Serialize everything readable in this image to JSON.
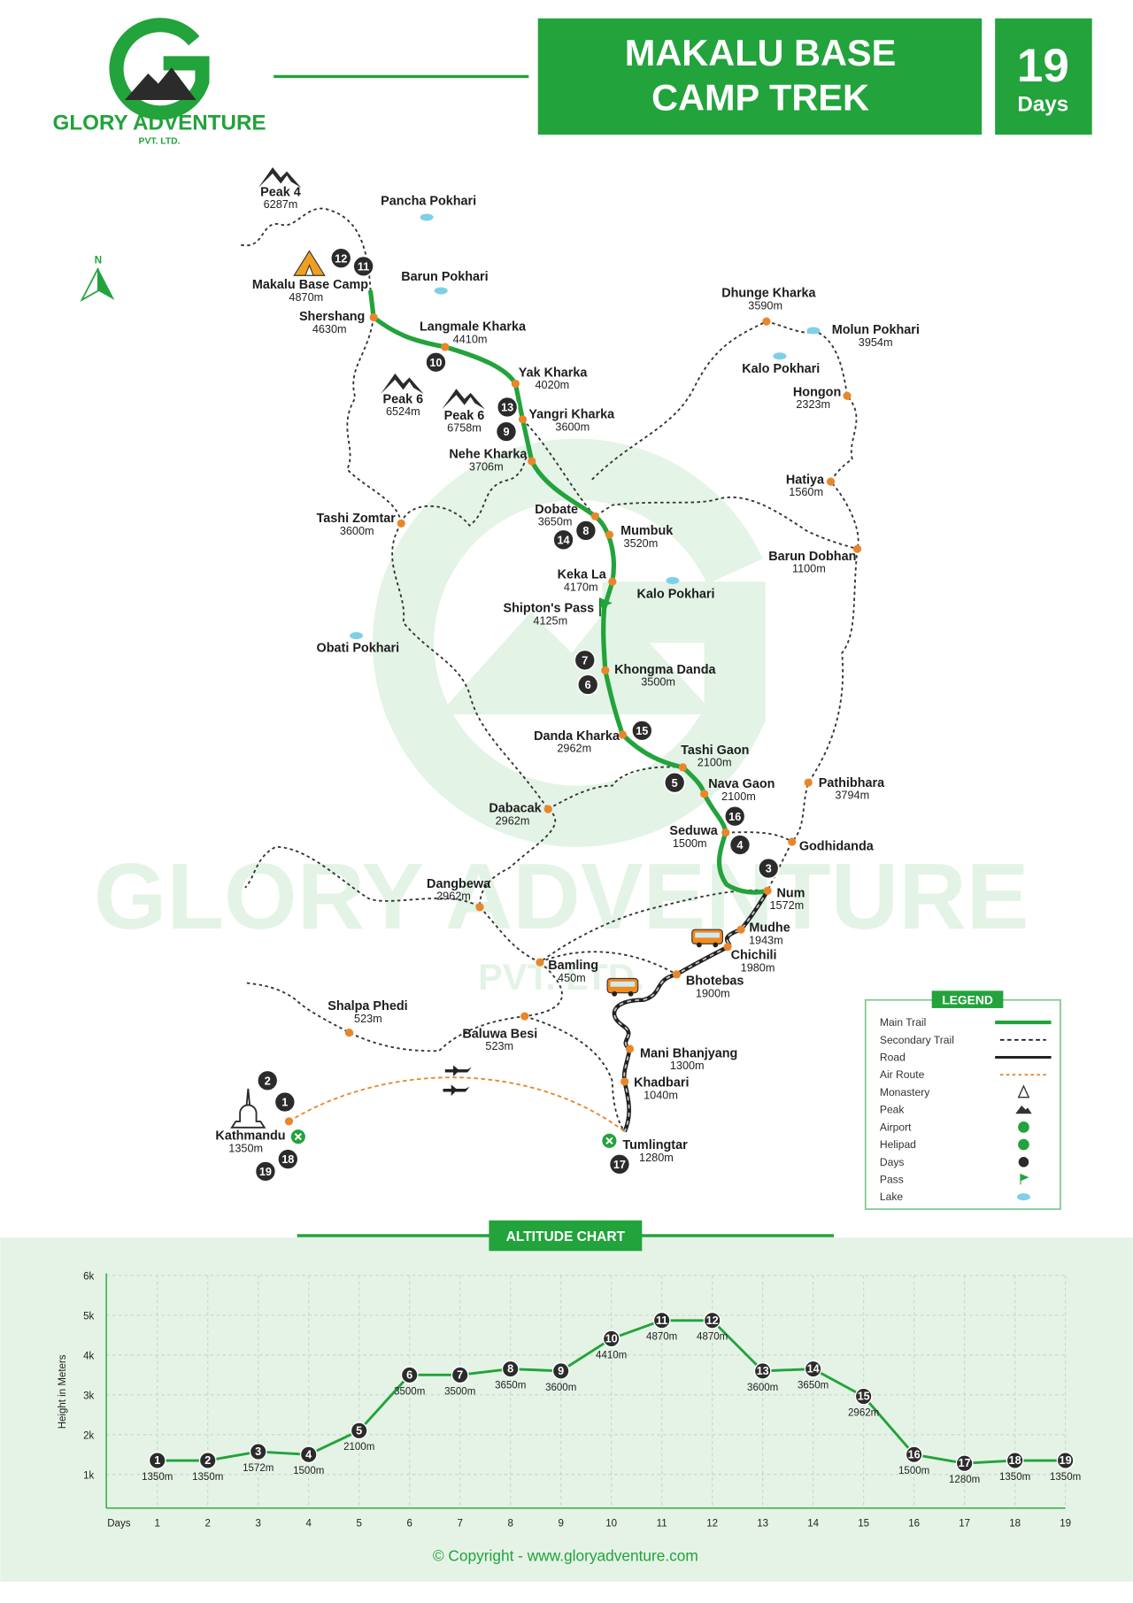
{
  "header": {
    "brand": "GLORY ADVENTURE",
    "brand_sub": "PVT. LTD.",
    "title_line1": "MAKALU BASE",
    "title_line2": "CAMP TREK",
    "days_number": "19",
    "days_label": "Days"
  },
  "colors": {
    "green": "#22a33b",
    "dark": "#2b2b2b",
    "orange": "#e8872a",
    "lake": "#7fd0e6",
    "chart_bg": "#e4f3e6"
  },
  "compass": "N",
  "map": {
    "places": [
      {
        "name": "Peak 4",
        "elev": "6287m"
      },
      {
        "name": "Pancha Pokhari",
        "elev": ""
      },
      {
        "name": "Makalu Base Camp",
        "elev": "4870m"
      },
      {
        "name": "Barun Pokhari",
        "elev": ""
      },
      {
        "name": "Shershang",
        "elev": "4630m"
      },
      {
        "name": "Langmale Kharka",
        "elev": "4410m"
      },
      {
        "name": "Peak 6",
        "elev": "6524m"
      },
      {
        "name": "Peak 6",
        "elev": "6758m"
      },
      {
        "name": "Yak Kharka",
        "elev": "4020m"
      },
      {
        "name": "Yangri Kharka",
        "elev": "3600m"
      },
      {
        "name": "Nehe Kharka",
        "elev": "3706m"
      },
      {
        "name": "Dhunge Kharka",
        "elev": "3590m"
      },
      {
        "name": "Molun Pokhari",
        "elev": "3954m"
      },
      {
        "name": "Kalo Pokhari",
        "elev": ""
      },
      {
        "name": "Hongon",
        "elev": "2323m"
      },
      {
        "name": "Hatiya",
        "elev": "1560m"
      },
      {
        "name": "Barun Dobhan",
        "elev": "1100m"
      },
      {
        "name": "Tashi Zomtar",
        "elev": "3600m"
      },
      {
        "name": "Dobate",
        "elev": "3650m"
      },
      {
        "name": "Mumbuk",
        "elev": "3520m"
      },
      {
        "name": "Keka La",
        "elev": "4170m"
      },
      {
        "name": "Kalo Pokhari",
        "elev": ""
      },
      {
        "name": "Shipton's Pass",
        "elev": "4125m"
      },
      {
        "name": "Obati Pokhari",
        "elev": ""
      },
      {
        "name": "Khongma Danda",
        "elev": "3500m"
      },
      {
        "name": "Danda Kharka",
        "elev": "2962m"
      },
      {
        "name": "Tashi Gaon",
        "elev": "2100m"
      },
      {
        "name": "Nava Gaon",
        "elev": "2100m"
      },
      {
        "name": "Pathibhara",
        "elev": "3794m"
      },
      {
        "name": "Dabacak",
        "elev": "2962m"
      },
      {
        "name": "Seduwa",
        "elev": "1500m"
      },
      {
        "name": "Godhidanda",
        "elev": ""
      },
      {
        "name": "Num",
        "elev": "1572m"
      },
      {
        "name": "Dangbewa",
        "elev": "2962m"
      },
      {
        "name": "Mudhe",
        "elev": "1943m"
      },
      {
        "name": "Chichili",
        "elev": "1980m"
      },
      {
        "name": "Bamling",
        "elev": "450m"
      },
      {
        "name": "Bhotebas",
        "elev": "1900m"
      },
      {
        "name": "Shalpa Phedi",
        "elev": "523m"
      },
      {
        "name": "Baluwa Besi",
        "elev": "523m"
      },
      {
        "name": "Mani Bhanjyang",
        "elev": "1300m"
      },
      {
        "name": "Khadbari",
        "elev": "1040m"
      },
      {
        "name": "Kathmandu",
        "elev": "1350m"
      },
      {
        "name": "Tumlingtar",
        "elev": "1280m"
      }
    ],
    "day_markers": [
      "12",
      "11",
      "10",
      "13",
      "9",
      "14",
      "8",
      "7",
      "6",
      "15",
      "5",
      "16",
      "4",
      "3",
      "2",
      "1",
      "18",
      "19",
      "17"
    ]
  },
  "legend": {
    "title": "LEGEND",
    "items": [
      {
        "label": "Main Trail",
        "icon": "main-trail"
      },
      {
        "label": "Secondary Trail",
        "icon": "secondary-trail"
      },
      {
        "label": "Road",
        "icon": "road"
      },
      {
        "label": "Air Route",
        "icon": "air-route"
      },
      {
        "label": "Monastery",
        "icon": "monastery"
      },
      {
        "label": "Peak",
        "icon": "peak"
      },
      {
        "label": "Airport",
        "icon": "airport"
      },
      {
        "label": "Helipad",
        "icon": "helipad"
      },
      {
        "label": "Days",
        "icon": "day-dot"
      },
      {
        "label": "Pass",
        "icon": "pass-flag"
      },
      {
        "label": "Lake",
        "icon": "lake"
      }
    ]
  },
  "chart_data": {
    "type": "line",
    "title": "ALTITUDE CHART",
    "xlabel": "Days",
    "ylabel": "Height in Meters",
    "x": [
      1,
      2,
      3,
      4,
      5,
      6,
      7,
      8,
      9,
      10,
      11,
      12,
      13,
      14,
      15,
      16,
      17,
      18,
      19
    ],
    "values": [
      1350,
      1350,
      1572,
      1500,
      2100,
      3500,
      3500,
      3650,
      3600,
      4410,
      4870,
      4870,
      3600,
      3650,
      2962,
      1500,
      1280,
      1350,
      1350
    ],
    "value_labels": [
      "1350m",
      "1350m",
      "1572m",
      "1500m",
      "2100m",
      "3500m",
      "3500m",
      "3650m",
      "3600m",
      "4410m",
      "4870m",
      "4870m",
      "3600m",
      "3650m",
      "2962m",
      "1500m",
      "1280m",
      "1350m",
      "1350m"
    ],
    "yticks": [
      "1k",
      "2k",
      "3k",
      "4k",
      "5k",
      "6k"
    ],
    "ylim": [
      0,
      6000
    ],
    "grid": true
  },
  "watermark": "GLORY ADVENTURE PVT. LTD.",
  "footer": {
    "copyright": "© Copyright - www.gloryadventure.com"
  }
}
